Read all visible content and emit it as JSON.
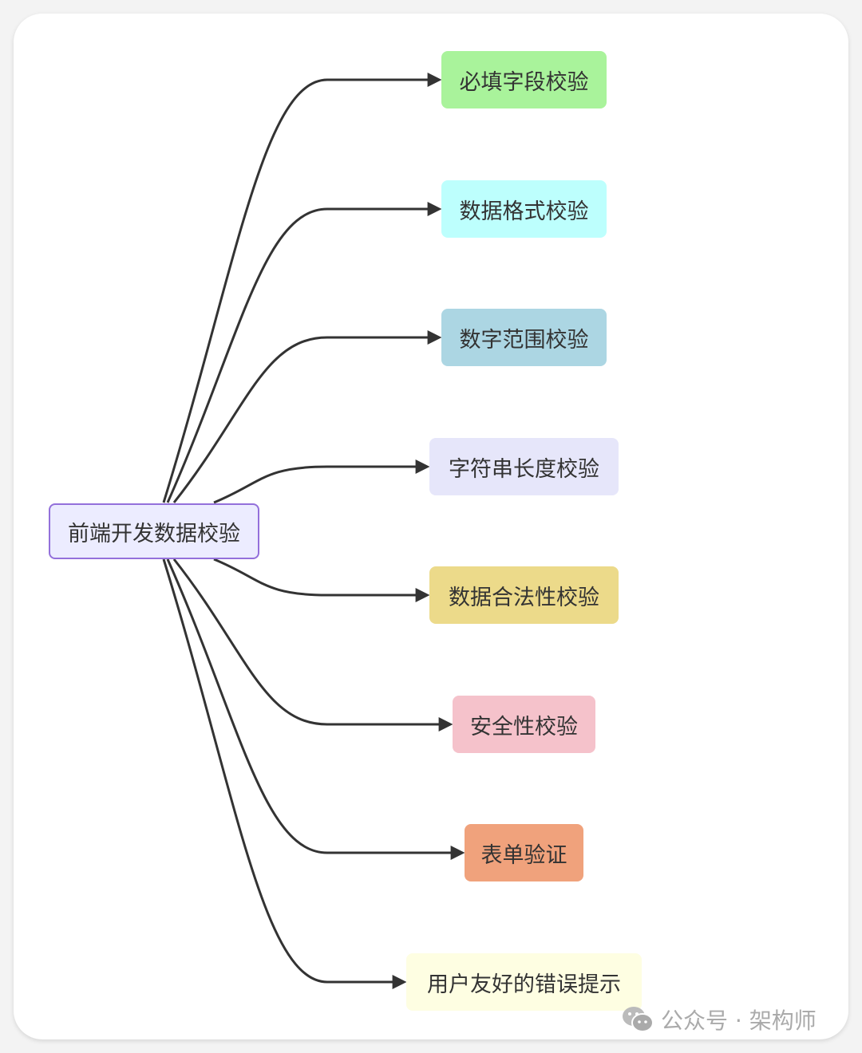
{
  "root": {
    "label": "前端开发数据校验",
    "fill": "#ececff",
    "stroke": "#9370db"
  },
  "children": [
    {
      "label": "必填字段校验",
      "fill": "#a9f39b"
    },
    {
      "label": "数据格式校验",
      "fill": "#bdfffd"
    },
    {
      "label": "数字范围校验",
      "fill": "#acd6e3"
    },
    {
      "label": "字符串长度校验",
      "fill": "#e6e6fa"
    },
    {
      "label": "数据合法性校验",
      "fill": "#ecda8a"
    },
    {
      "label": "安全性校验",
      "fill": "#f5c2cb"
    },
    {
      "label": "表单验证",
      "fill": "#f0a27c"
    },
    {
      "label": "用户友好的错误提示",
      "fill": "#fefee2"
    }
  ],
  "watermark": {
    "text": "公众号 · 架构师",
    "icon": "wechat-icon"
  }
}
